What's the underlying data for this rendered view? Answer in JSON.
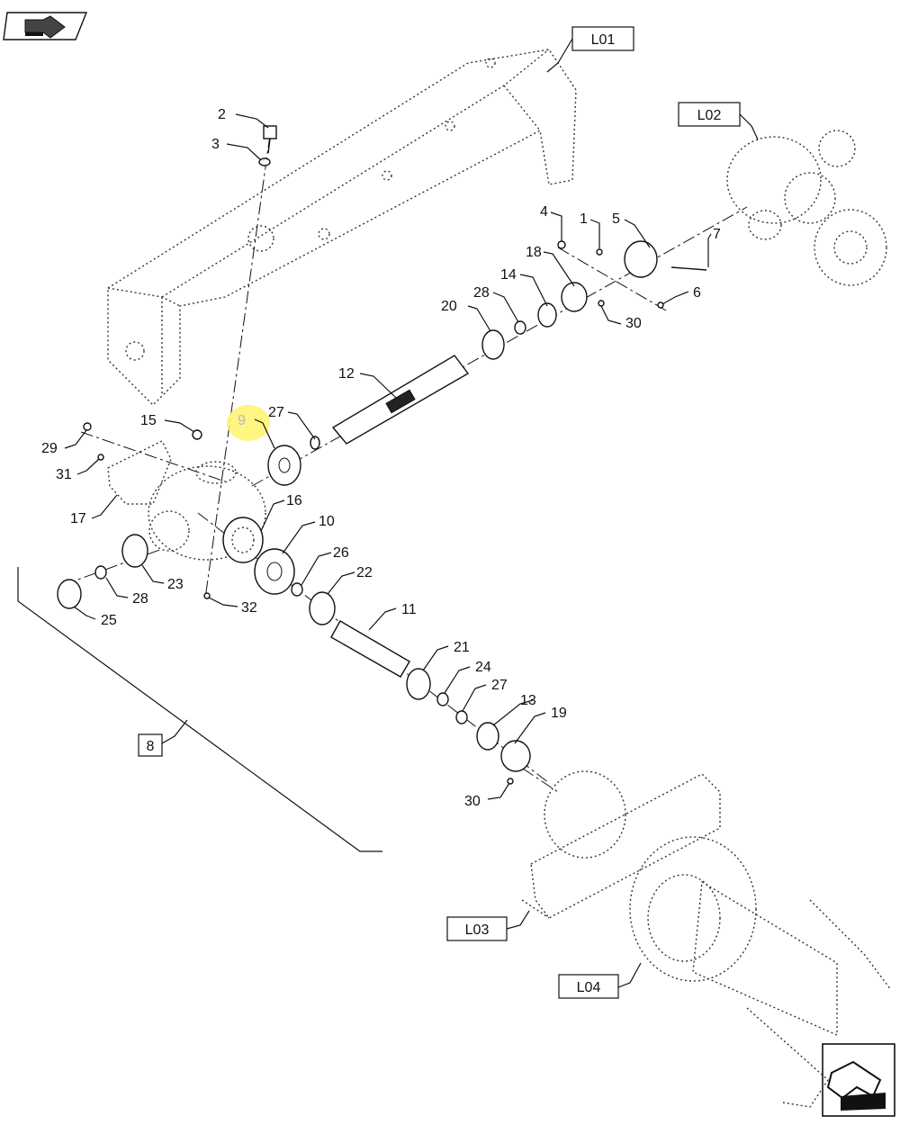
{
  "parts": [
    {
      "id": "p2",
      "label": "2"
    },
    {
      "id": "p3",
      "label": "3"
    },
    {
      "id": "p4",
      "label": "4"
    },
    {
      "id": "p1",
      "label": "1"
    },
    {
      "id": "p5",
      "label": "5"
    },
    {
      "id": "p7",
      "label": "7"
    },
    {
      "id": "p6",
      "label": "6"
    },
    {
      "id": "p18",
      "label": "18"
    },
    {
      "id": "p14",
      "label": "14"
    },
    {
      "id": "p28a",
      "label": "28"
    },
    {
      "id": "p20",
      "label": "20"
    },
    {
      "id": "p30a",
      "label": "30"
    },
    {
      "id": "p12",
      "label": "12"
    },
    {
      "id": "p9",
      "label": "9"
    },
    {
      "id": "p27a",
      "label": "27"
    },
    {
      "id": "p15",
      "label": "15"
    },
    {
      "id": "p29",
      "label": "29"
    },
    {
      "id": "p31",
      "label": "31"
    },
    {
      "id": "p17",
      "label": "17"
    },
    {
      "id": "p16",
      "label": "16"
    },
    {
      "id": "p10",
      "label": "10"
    },
    {
      "id": "p26",
      "label": "26"
    },
    {
      "id": "p22",
      "label": "22"
    },
    {
      "id": "p23",
      "label": "23"
    },
    {
      "id": "p28b",
      "label": "28"
    },
    {
      "id": "p25",
      "label": "25"
    },
    {
      "id": "p32",
      "label": "32"
    },
    {
      "id": "p11",
      "label": "11"
    },
    {
      "id": "p21",
      "label": "21"
    },
    {
      "id": "p24",
      "label": "24"
    },
    {
      "id": "p27b",
      "label": "27"
    },
    {
      "id": "p13",
      "label": "13"
    },
    {
      "id": "p19",
      "label": "19"
    },
    {
      "id": "p30b",
      "label": "30"
    }
  ],
  "references": {
    "L01": "L01",
    "L02": "L02",
    "L03": "L03",
    "L04": "L04",
    "assembly": "8"
  },
  "highlight": {
    "part": "9",
    "color": "#fff36b"
  }
}
